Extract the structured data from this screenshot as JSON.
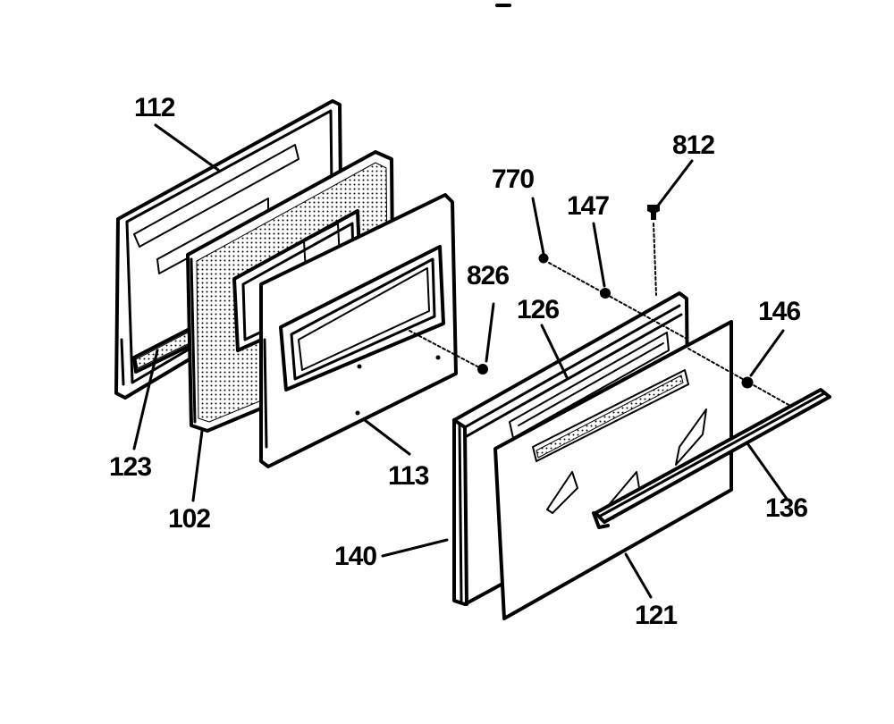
{
  "diagram": {
    "background": "#ffffff",
    "line_color": "#000000",
    "labels": {
      "p112": "112",
      "p123": "123",
      "p102": "102",
      "p113": "113",
      "p826": "826",
      "p770": "770",
      "p147": "147",
      "p812": "812",
      "p126": "126",
      "p146": "146",
      "p136": "136",
      "p140": "140",
      "p121": "121"
    }
  }
}
